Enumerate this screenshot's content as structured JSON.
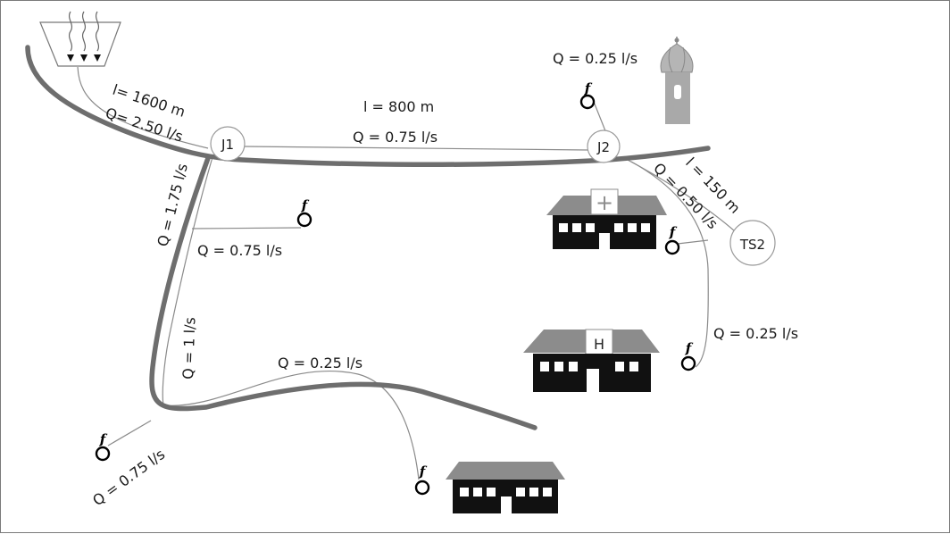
{
  "diagram": {
    "nodes": {
      "j1": "J1",
      "j2": "J2",
      "ts2": "TS2"
    },
    "labels": {
      "main_length": "l= 1600 m",
      "main_flow": "Q= 2.50 l/s",
      "pipe_length_800": "l = 800 m",
      "pipe_flow_075_top": "Q = 0.75 l/s",
      "flow_q175": "Q = 1.75 l/s",
      "flow_q075_branch": "Q = 0.75 l/s",
      "flow_q1": "Q = 1 l/s",
      "flow_q025_bottom": "Q = 0.25 l/s",
      "flow_q075_left": "Q = 0.75 l/s",
      "flow_q025_tower": "Q = 0.25 l/s",
      "length_150": "l = 150 m",
      "flow_q050": "Q = 0.50 l/s",
      "flow_q025_right": "Q = 0.25 l/s"
    },
    "tap_symbol": "f",
    "buildings": {
      "clinic_sign": "+",
      "school_sign": "H"
    },
    "colors": {
      "pipe_main": "#6e6e6e",
      "pipe_thin": "#8a8a8a",
      "building_body": "#111111",
      "building_roof": "#8c8c8c",
      "tower": "#a9a9a9",
      "node_stroke": "#9a9a9a"
    }
  }
}
